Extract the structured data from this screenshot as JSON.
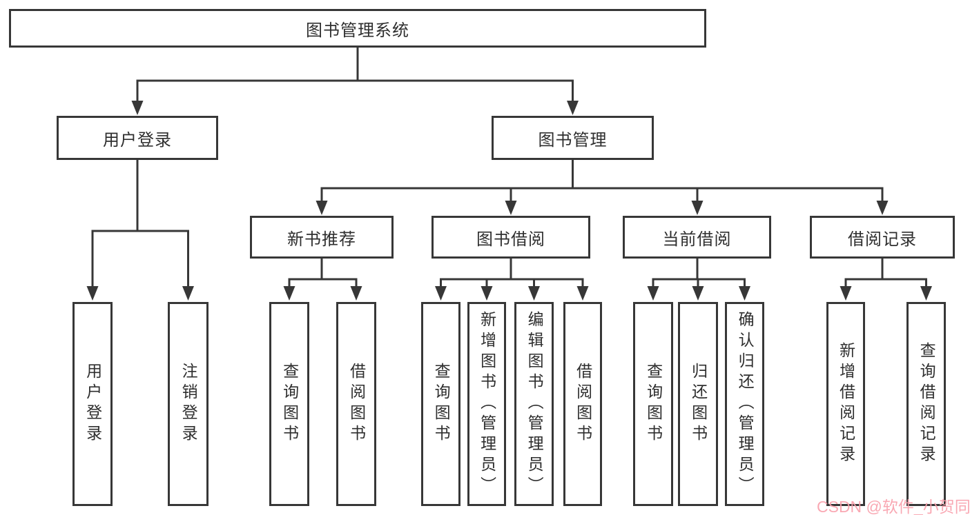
{
  "colors": {
    "line": "#373737",
    "box_border": "#373737",
    "text": "#2e2e2e",
    "background": "#ffffff",
    "watermark": "#f99fab"
  },
  "diagram": {
    "root": {
      "label": "图书管理系统",
      "children": [
        {
          "label": "用户登录",
          "children": [
            {
              "label": "用户登录"
            },
            {
              "label": "注销登录"
            }
          ]
        },
        {
          "label": "图书管理",
          "children": [
            {
              "label": "新书推荐",
              "children": [
                {
                  "label": "查询图书"
                },
                {
                  "label": "借阅图书"
                }
              ]
            },
            {
              "label": "图书借阅",
              "children": [
                {
                  "label": "查询图书"
                },
                {
                  "label": "新增图书（管理员）"
                },
                {
                  "label": "编辑图书（管理员）"
                },
                {
                  "label": "借阅图书"
                }
              ]
            },
            {
              "label": "当前借阅",
              "children": [
                {
                  "label": "查询图书"
                },
                {
                  "label": "归还图书"
                },
                {
                  "label": "确认归还（管理员）"
                }
              ]
            },
            {
              "label": "借阅记录",
              "children": [
                {
                  "label": "新增借阅记录"
                },
                {
                  "label": "查询借阅记录"
                }
              ]
            }
          ]
        }
      ]
    }
  },
  "watermark": {
    "text": "CSDN @软件_小贺同学"
  }
}
